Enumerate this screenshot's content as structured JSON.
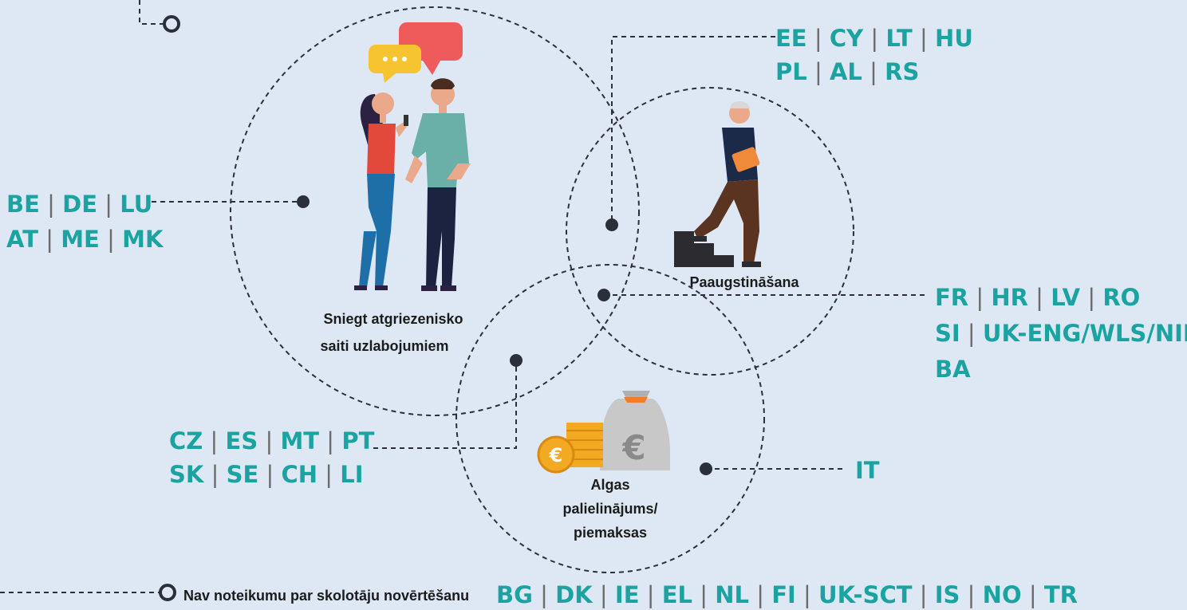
{
  "circles": {
    "feedback": "Sniegt atgriezenisko saiti uzlabojumiem",
    "feedback_line1": "Sniegt atgriezenisko",
    "feedback_line2": "saiti uzlabojumiem",
    "promotion": "Paaugstināšana",
    "salary_line1": "Algas",
    "salary_line2": "palielinājums/",
    "salary_line3": "piemaksas"
  },
  "groups": {
    "be_group": {
      "row1": [
        "BE",
        "DE",
        "LU"
      ],
      "row2": [
        "AT",
        "ME",
        "MK"
      ]
    },
    "ee_group": {
      "row1": [
        "EE",
        "CY",
        "LT",
        "HU"
      ],
      "row2": [
        "PL",
        "AL",
        "RS"
      ]
    },
    "fr_group": {
      "row1": [
        "FR",
        "HR",
        "LV",
        "RO"
      ],
      "row2": [
        "SI",
        "UK-ENG/WLS/NIR"
      ],
      "row3": [
        "BA"
      ]
    },
    "cz_group": {
      "row1": [
        "CZ",
        "ES",
        "MT",
        "PT"
      ],
      "row2": [
        "SK",
        "SE",
        "CH",
        "LI"
      ]
    },
    "it_group": {
      "row1": [
        "IT"
      ]
    },
    "none_group": {
      "row1": [
        "BG",
        "DK",
        "IE",
        "EL",
        "NL",
        "FI",
        "UK-SCT",
        "IS",
        "NO",
        "TR"
      ]
    }
  },
  "no_rules_label": "Nav noteikumu par skolotāju novērtēšanu",
  "colors": {
    "background": "#dde8f4",
    "country_code": "#1aa3a0",
    "line": "#2a2f3a"
  }
}
